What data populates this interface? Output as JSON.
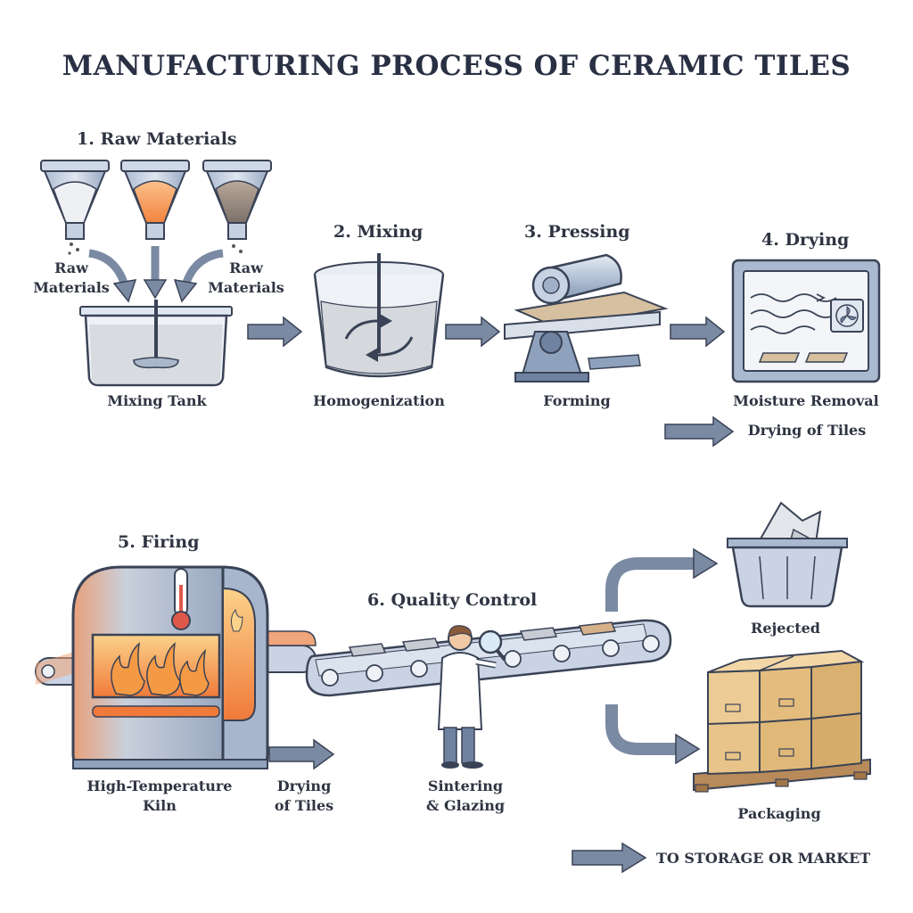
{
  "title": "MANUFACTURING PROCESS OF CERAMIC TILES",
  "colors": {
    "outline": "#3a4356",
    "steel_light": "#c9d3e3",
    "steel_mid": "#9fb0c8",
    "steel_dark": "#6f82a0",
    "liquid": "#d8dbe0",
    "tile": "#d6c0a0",
    "box": "#e8c48a",
    "fire": "#f07a3a",
    "arrow": "#7b8aa3"
  },
  "steps": {
    "s1": {
      "title": "1. Raw Materials",
      "hopper_left": "Raw\nMaterials",
      "hopper_right": "Raw\nMaterials",
      "caption": "Mixing Tank"
    },
    "s2": {
      "title": "2. Mixing",
      "caption": "Homogenization"
    },
    "s3": {
      "title": "3. Pressing",
      "caption": "Forming"
    },
    "s4": {
      "title": "4. Drying",
      "caption": "Moisture Removal",
      "sub": "Drying of Tiles"
    },
    "s5": {
      "title": "5. Firing",
      "caption": "High-Temperature\nKiln",
      "sub": "Drying\nof Tiles"
    },
    "s6": {
      "title": "6. Quality Control",
      "caption": "Sintering\n& Glazing"
    }
  },
  "outcomes": {
    "rejected": "Rejected",
    "packaging": "Packaging",
    "final": "TO STORAGE OR MARKET"
  },
  "icons": [
    "hopper-icon",
    "mixing-tank-icon",
    "mixer-icon",
    "press-roller-icon",
    "drying-oven-icon",
    "fan-icon",
    "kiln-icon",
    "thermometer-icon",
    "flame-icon",
    "conveyor-icon",
    "inspector-icon",
    "magnifier-icon",
    "reject-bin-icon",
    "boxes-pallet-icon",
    "arrow-right-icon"
  ]
}
